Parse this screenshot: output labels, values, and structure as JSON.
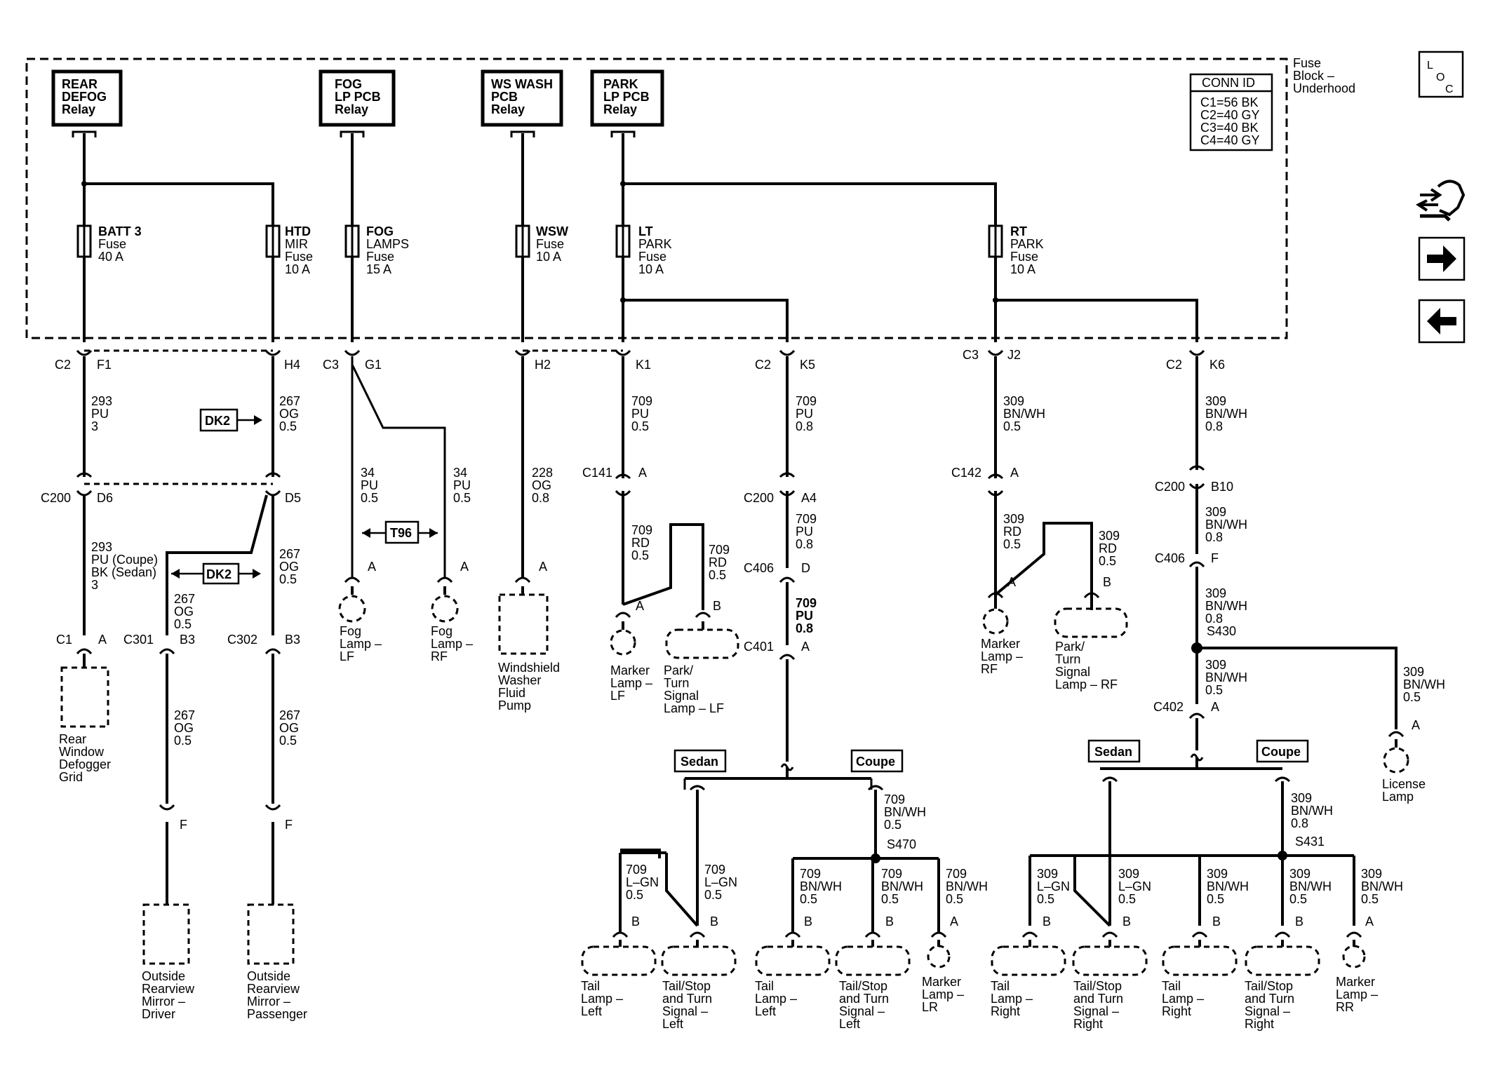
{
  "fuse_block": {
    "title": [
      "Fuse",
      "Block –",
      "Underhood"
    ]
  },
  "loc_icon": [
    "L",
    "O",
    "C"
  ],
  "conn_id": {
    "title": "CONN ID",
    "rows": [
      "C1=56 BK",
      "C2=40 GY",
      "C3=40 BK",
      "C4=40 GY"
    ]
  },
  "relays": {
    "rear_defog": [
      "REAR",
      "DEFOG",
      "Relay"
    ],
    "fog": [
      "FOG",
      "LP PCB",
      "Relay"
    ],
    "ws_wash": [
      "WS WASH",
      "PCB",
      "Relay"
    ],
    "park": [
      "PARK",
      "LP PCB",
      "Relay"
    ]
  },
  "fuses": {
    "batt3": [
      "BATT 3",
      "Fuse",
      "40 A"
    ],
    "htd_mir": [
      "HTD",
      "MIR",
      "Fuse",
      "10 A"
    ],
    "fog": [
      "FOG",
      "LAMPS",
      "Fuse",
      "15 A"
    ],
    "wsw": [
      "WSW",
      "Fuse",
      "10 A"
    ],
    "lt_park": [
      "LT",
      "PARK",
      "Fuse",
      "10 A"
    ],
    "rt_park": [
      "RT",
      "PARK",
      "Fuse",
      "10 A"
    ]
  },
  "connectors": {
    "c2_f1": [
      "C2",
      "F1"
    ],
    "h4": "H4",
    "c3_g1": [
      "C3",
      "G1"
    ],
    "h2": "H2",
    "k1": "K1",
    "c2_k5": [
      "C2",
      "K5"
    ],
    "c3_j2": [
      "C3",
      "J2"
    ],
    "c2_k6": [
      "C2",
      "K6"
    ],
    "c200_d6": [
      "C200",
      "D6"
    ],
    "d5": "D5",
    "c141_a": [
      "C141",
      "A"
    ],
    "c200_a4": [
      "C200",
      "A4"
    ],
    "c142_a": [
      "C142",
      "A"
    ],
    "c200_b10": [
      "C200",
      "B10"
    ],
    "c406_d": [
      "C406",
      "D"
    ],
    "c406_f": [
      "C406",
      "F"
    ],
    "c401_a": [
      "C401",
      "A"
    ],
    "c402_a": [
      "C402",
      "A"
    ],
    "c1_a": [
      "C1",
      "A"
    ],
    "c301_b3": [
      "C301",
      "B3"
    ],
    "c302_b3": [
      "C302",
      "B3"
    ],
    "f_left": "F",
    "f_right": "F",
    "fog_lf_a": "A",
    "fog_rf_a": "A",
    "wash_a": "A",
    "marker_lf_a": "A",
    "park_lf_b": "B",
    "marker_rf_a": "A",
    "park_rf_b": "B",
    "license_a": "A",
    "s430": "S430",
    "s470": "S470",
    "s431": "S431",
    "tl_l_sedan_b": "B",
    "tst_l_sedan_b": "B",
    "tl_l_coupe_b": "B",
    "tst_l_coupe_b": "B",
    "mlr_a": "A",
    "tl_r_sedan_b": "B",
    "tst_r_sedan_b": "B",
    "tl_r_coupe_b": "B",
    "tst_r_coupe_b": "B",
    "mrr_a": "A"
  },
  "wires": {
    "w293_top": [
      "293",
      "PU",
      "3"
    ],
    "w267_top": [
      "267",
      "OG",
      "0.5"
    ],
    "w293_bot": [
      "293",
      "PU (Coupe)",
      "BK (Sedan)",
      "3"
    ],
    "w267_mid": [
      "267",
      "OG",
      "0.5"
    ],
    "w267_jump": [
      "267",
      "OG",
      "0.5"
    ],
    "w267_drv": [
      "267",
      "OG",
      "0.5"
    ],
    "w267_pass": [
      "267",
      "OG",
      "0.5"
    ],
    "w34_left": [
      "34",
      "PU",
      "0.5"
    ],
    "w34_right": [
      "34",
      "PU",
      "0.5"
    ],
    "w228": [
      "228",
      "OG",
      "0.8"
    ],
    "w709_k1": [
      "709",
      "PU",
      "0.5"
    ],
    "w709_rd1": [
      "709",
      "RD",
      "0.5"
    ],
    "w709_rd2": [
      "709",
      "RD",
      "0.5"
    ],
    "w709_k5": [
      "709",
      "PU",
      "0.8"
    ],
    "w709_a4": [
      "709",
      "PU",
      "0.8"
    ],
    "w709_d": [
      "709",
      "PU",
      "0.8"
    ],
    "w309_j2": [
      "309",
      "BN/WH",
      "0.5"
    ],
    "w309_rd1": [
      "309",
      "RD",
      "0.5"
    ],
    "w309_rd2": [
      "309",
      "RD",
      "0.5"
    ],
    "w309_k6": [
      "309",
      "BN/WH",
      "0.8"
    ],
    "w309_b10": [
      "309",
      "BN/WH",
      "0.8"
    ],
    "w309_f": [
      "309",
      "BN/WH",
      "0.8"
    ],
    "w309_c402": [
      "309",
      "BN/WH",
      "0.5"
    ],
    "w309_lic": [
      "309",
      "BN/WH",
      "0.5"
    ],
    "w709_coupe": [
      "709",
      "BN/WH",
      "0.5"
    ],
    "w709_lgn1": [
      "709",
      "L–GN",
      "0.5"
    ],
    "w709_lgn2": [
      "709",
      "L–GN",
      "0.5"
    ],
    "w709_bw1": [
      "709",
      "BN/WH",
      "0.5"
    ],
    "w709_bw2": [
      "709",
      "BN/WH",
      "0.5"
    ],
    "w709_bw3": [
      "709",
      "BN/WH",
      "0.5"
    ],
    "w309_coupe": [
      "309",
      "BN/WH",
      "0.8"
    ],
    "w309_lgn1": [
      "309",
      "L–GN",
      "0.5"
    ],
    "w309_lgn2": [
      "309",
      "L–GN",
      "0.5"
    ],
    "w309_bw1": [
      "309",
      "BN/WH",
      "0.5"
    ],
    "w309_bw2": [
      "309",
      "BN/WH",
      "0.5"
    ],
    "w309_bw3": [
      "309",
      "BN/WH",
      "0.5"
    ]
  },
  "refs": {
    "dk2_top": "DK2",
    "dk2_mid": "DK2",
    "t96": "T96"
  },
  "options": {
    "sedan_left": "Sedan",
    "coupe_left": "Coupe",
    "sedan_right": "Sedan",
    "coupe_right": "Coupe"
  },
  "components": {
    "rear_window": [
      "Rear",
      "Window",
      "Defogger",
      "Grid"
    ],
    "mirror_driver": [
      "Outside",
      "Rearview",
      "Mirror –",
      "Driver"
    ],
    "mirror_passenger": [
      "Outside",
      "Rearview",
      "Mirror –",
      "Passenger"
    ],
    "fog_lf": [
      "Fog",
      "Lamp –",
      "LF"
    ],
    "fog_rf": [
      "Fog",
      "Lamp –",
      "RF"
    ],
    "washer": [
      "Windshield",
      "Washer",
      "Fluid",
      "Pump"
    ],
    "marker_lf": [
      "Marker",
      "Lamp –",
      "LF"
    ],
    "park_lf": [
      "Park/",
      "Turn",
      "Signal",
      "Lamp – LF"
    ],
    "marker_rf": [
      "Marker",
      "Lamp –",
      "RF"
    ],
    "park_rf": [
      "Park/",
      "Turn",
      "Signal",
      "Lamp – RF"
    ],
    "license": [
      "License",
      "Lamp"
    ],
    "tail_l_sedan": [
      "Tail",
      "Lamp –",
      "Left"
    ],
    "tst_l_sedan": [
      "Tail/Stop",
      "and Turn",
      "Signal –",
      "Left"
    ],
    "tail_l_coupe": [
      "Tail",
      "Lamp –",
      "Left"
    ],
    "tst_l_coupe": [
      "Tail/Stop",
      "and Turn",
      "Signal –",
      "Left"
    ],
    "marker_lr": [
      "Marker",
      "Lamp –",
      "LR"
    ],
    "tail_r_sedan": [
      "Tail",
      "Lamp –",
      "Right"
    ],
    "tst_r_sedan": [
      "Tail/Stop",
      "and Turn",
      "Signal –",
      "Right"
    ],
    "tail_r_coupe": [
      "Tail",
      "Lamp –",
      "Right"
    ],
    "tst_r_coupe": [
      "Tail/Stop",
      "and Turn",
      "Signal –",
      "Right"
    ],
    "marker_rr": [
      "Marker",
      "Lamp –",
      "RR"
    ]
  }
}
